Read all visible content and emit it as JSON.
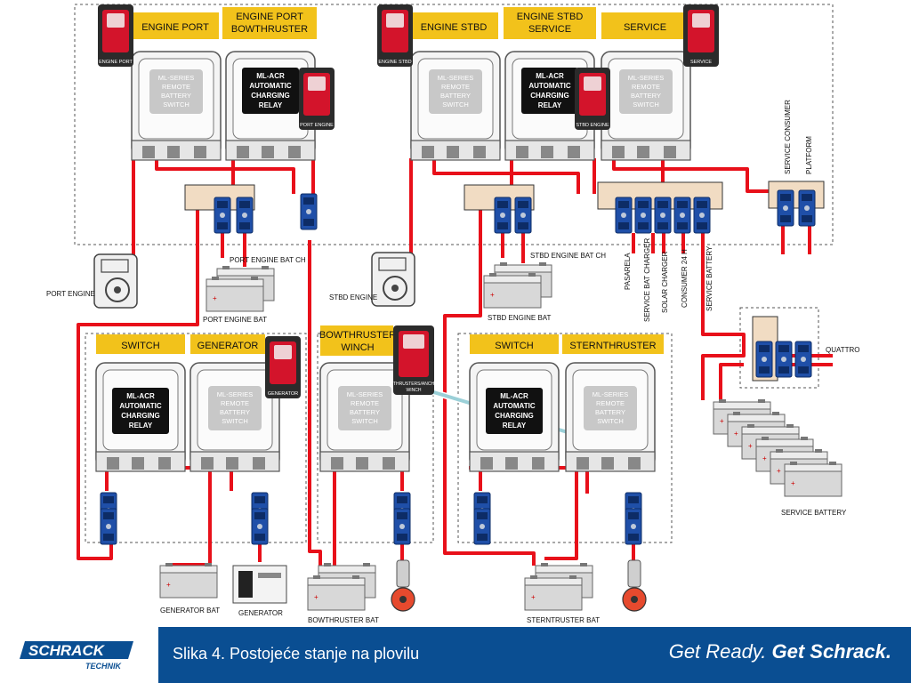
{
  "headers": {
    "engine_port": "ENGINE PORT",
    "engine_port_bowthruster_1": "ENGINE PORT",
    "engine_port_bowthruster_2": "BOWTHRUSTER",
    "engine_stbd": "ENGINE STBD",
    "engine_stbd_service_1": "ENGINE STBD",
    "engine_stbd_service_2": "SERVICE",
    "service": "SERVICE",
    "switch_left": "SWITCH",
    "generator": "GENERATOR",
    "bowthruster_winch_1": "BOWTHRUSTER",
    "bowthruster_winch_2": "WINCH",
    "switch_right": "SWITCH",
    "sternthruster": "STERNTHRUSTER"
  },
  "remote_switch_text": [
    "ML-SERIES",
    "REMOTE",
    "BATTERY",
    "SWITCH"
  ],
  "acr_text": [
    "ML-ACR",
    "AUTOMATIC",
    "CHARGING",
    "RELAY"
  ],
  "panel_labels": {
    "engine_port": "ENGINE PORT",
    "port_engine": "PORT ENGINE",
    "engine_stbd": "ENGINE STBD",
    "stbd_engine": "STBD ENGINE",
    "service": "SERVICE",
    "generator": "GENERATOR",
    "thrusters_anchor_winch_1": "THRUSTERS/ANCH",
    "thrusters_anchor_winch_2": "WINCH"
  },
  "labels": {
    "port_engine": "PORT ENGINE",
    "port_engine_bat_ch": "PORT ENGINE BAT CH",
    "port_engine_bat": "PORT ENGINE BAT",
    "stbd_engine": "STBD ENGINE",
    "stbd_engine_bat_ch": "STBD ENGINE BAT CH",
    "stbd_engine_bat": "STBD ENGINE BAT",
    "pasarela": "PASARELA",
    "service_bat_charger": "SERVICE BAT CHARGER",
    "solar_charger": "SOLAR CHARGER",
    "consumer_24h": "CONSUMER 24 H",
    "service_battery_line": "SERVICE BATTERY",
    "service_consumer": "SERVICE CONSUMER",
    "platform": "PLATFORM",
    "quattro": "QUATTRO",
    "service_battery_bank": "SERVICE BATTERY",
    "generator_bat": "GENERATOR BAT",
    "generator_unit": "GENERATOR",
    "bowthruster_bat": "BOWTHRUSTER BAT",
    "sternthruster_bat": "STERNTRUSTER BAT"
  },
  "footer": {
    "brand_1": "SCHRACK",
    "brand_2": "TECHNIK",
    "caption": "Slika 4. Postojeće stanje na plovilu",
    "slogan_1": "Get Ready.",
    "slogan_2": "Get Schrack."
  },
  "colors": {
    "header": "#f2c21b",
    "wire": "#e8101a",
    "terminal": "#1f4fa8",
    "bus_bar": "#f1dcc3",
    "link": "#9bd0d8",
    "footer_band": "#0a4e92"
  }
}
